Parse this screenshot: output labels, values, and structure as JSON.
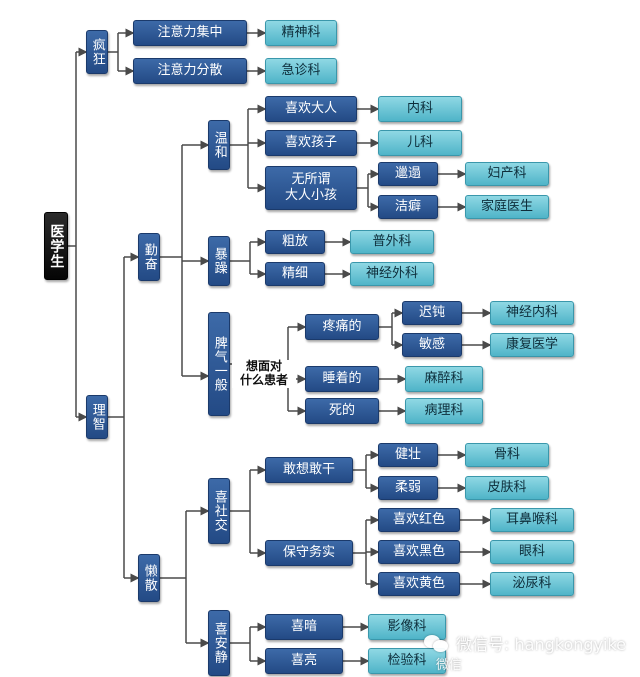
{
  "root": "医学生",
  "branches": [
    {
      "id": "fengkuang",
      "label": "疯狂"
    },
    {
      "id": "lizhi",
      "label": "理智"
    },
    {
      "id": "qinfen",
      "label": "勤奋"
    },
    {
      "id": "landuo",
      "label": "懒散"
    },
    {
      "id": "wenhe",
      "label": "温和"
    },
    {
      "id": "baozao",
      "label": "暴躁"
    },
    {
      "id": "piqi",
      "label": "脾气一般"
    },
    {
      "id": "shejiao",
      "label": "喜社交"
    },
    {
      "id": "anjing",
      "label": "喜安静"
    }
  ],
  "traits": [
    {
      "id": "zhuyi_jizhong",
      "label": "注意力集中"
    },
    {
      "id": "zhuyi_fensan",
      "label": "注意力分散"
    },
    {
      "id": "xihuan_daren",
      "label": "喜欢大人"
    },
    {
      "id": "xihuan_haizi",
      "label": "喜欢孩子"
    },
    {
      "id": "wusuowei",
      "label": "无所谓\n大人小孩"
    },
    {
      "id": "lata",
      "label": "邋遢"
    },
    {
      "id": "jiepi",
      "label": "洁癖"
    },
    {
      "id": "cufang",
      "label": "粗放"
    },
    {
      "id": "jingxi",
      "label": "精细"
    },
    {
      "id": "tongtong",
      "label": "疼痛的"
    },
    {
      "id": "chidun",
      "label": "迟钝"
    },
    {
      "id": "mingan",
      "label": "敏感"
    },
    {
      "id": "shuizhao",
      "label": "睡着的"
    },
    {
      "id": "side",
      "label": "死的"
    },
    {
      "id": "gansi",
      "label": "敢想敢干"
    },
    {
      "id": "jianzhuang",
      "label": "健壮"
    },
    {
      "id": "rouruo",
      "label": "柔弱"
    },
    {
      "id": "baoshou",
      "label": "保守务实"
    },
    {
      "id": "hongse",
      "label": "喜欢红色"
    },
    {
      "id": "heise",
      "label": "喜欢黑色"
    },
    {
      "id": "huangse",
      "label": "喜欢黄色"
    },
    {
      "id": "xian",
      "label": "喜暗"
    },
    {
      "id": "xiliang",
      "label": "喜亮"
    }
  ],
  "departments": [
    {
      "id": "jingshenke",
      "label": "精神科"
    },
    {
      "id": "jizhenke",
      "label": "急诊科"
    },
    {
      "id": "neike",
      "label": "内科"
    },
    {
      "id": "erke",
      "label": "儿科"
    },
    {
      "id": "fuchanke",
      "label": "妇产科"
    },
    {
      "id": "jiating",
      "label": "家庭医生"
    },
    {
      "id": "puwaike",
      "label": "普外科"
    },
    {
      "id": "shenjingwaike",
      "label": "神经外科"
    },
    {
      "id": "shenjingneike",
      "label": "神经内科"
    },
    {
      "id": "kangfu",
      "label": "康复医学"
    },
    {
      "id": "mazuike",
      "label": "麻醉科"
    },
    {
      "id": "binglike",
      "label": "病理科"
    },
    {
      "id": "guke",
      "label": "骨科"
    },
    {
      "id": "pifuke",
      "label": "皮肤科"
    },
    {
      "id": "erbihouke",
      "label": "耳鼻喉科"
    },
    {
      "id": "yanke",
      "label": "眼科"
    },
    {
      "id": "miniaoke",
      "label": "泌尿科"
    },
    {
      "id": "yingxiangke",
      "label": "影像科"
    },
    {
      "id": "jianyanke",
      "label": "检验科"
    }
  ],
  "edge_note": "想面对\n什么患者",
  "watermark": {
    "main": "微信号: hangkongyike",
    "second": "微信"
  },
  "colors": {
    "box_dark": "#2a5290",
    "box_light": "#6cc7d6",
    "root": "#111111",
    "line": "#4a4a4a"
  }
}
